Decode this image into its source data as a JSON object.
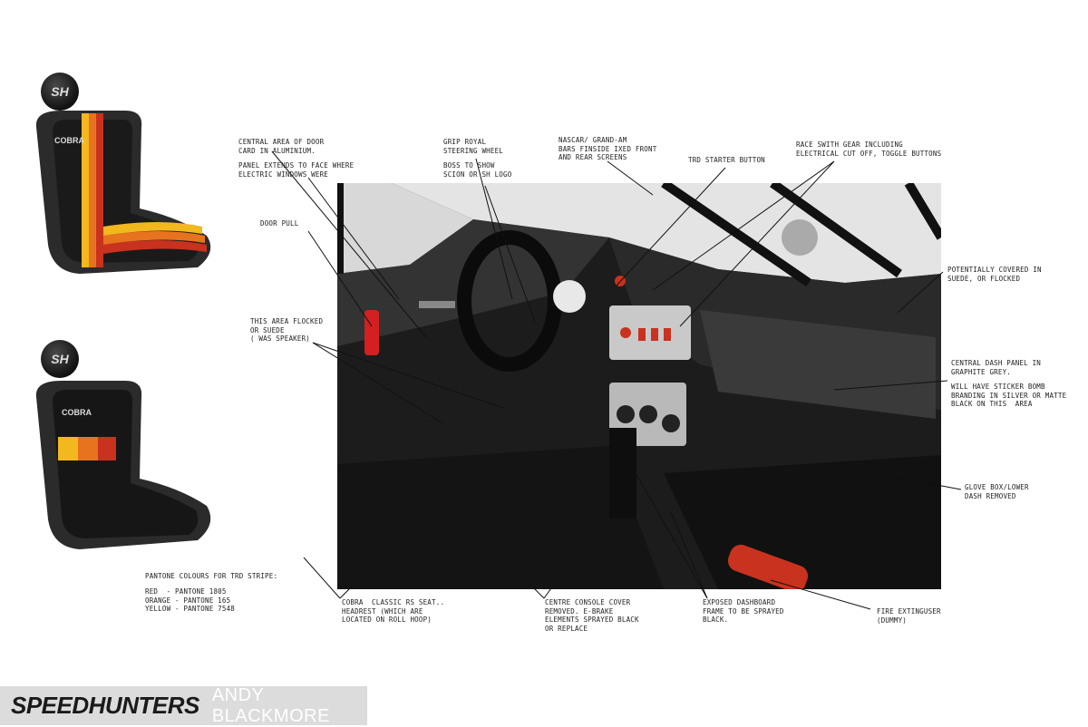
{
  "seat_top": {
    "badge": "SH",
    "brand": "COBRA"
  },
  "seat_bottom": {
    "badge": "SH",
    "brand": "COBRA"
  },
  "pantone": {
    "heading": "PANTONE COLOURS FOR TRD STRIPE:",
    "lines": "RED  - PANTONE 1805\nORANGE - PANTONE 165\nYELLOW - PANTONE 7548"
  },
  "notes": {
    "door_card": "CENTRAL AREA OF DOOR\nCARD IN ALUMINIUM.",
    "panel_extends": "PANEL EXTENDS TO FACE WHERE\nELECTRIC WINDOWS WERE",
    "door_pull": "DOOR PULL",
    "flocked": "THIS AREA FLOCKED\nOR SUEDE\n( WAS SPEAKER)",
    "steering": "GRIP ROYAL\nSTEERING WHEEL",
    "boss": "BOSS TO SHOW\nSCION OR SH LOGO",
    "nascar": "NASCAR/ GRAND-AM\nBARS FINSIDE IXED FRONT\nAND REAR SCREENS",
    "starter": "TRD STARTER BUTTON",
    "switchgear": "RACE SWITH GEAR INCLUDING\nELECTRICAL CUT OFF, TOGGLE BUTTONS",
    "suede": "POTENTIALLY COVERED IN\nSUEDE, OR FLOCKED",
    "dash_panel": "CENTRAL DASH PANEL IN\nGRAPHITE GREY.",
    "sticker": "WILL HAVE STICKER BOMB\nBRANDING IN SILVER OR MATTE\nBLACK ON THIS  AREA",
    "glovebox": "GLOVE BOX/LOWER\nDASH REMOVED",
    "cobra_seat": "COBRA  CLASSIC RS SEAT..\nHEADREST (WHICH ARE\nLOCATED ON ROLL HOOP)",
    "console": "CENTRE CONSOLE COVER\nREMOVED. E-BRAKE\nELEMENTS SPRAYED BLACK\nOR REPLACE",
    "frame": "EXPOSED DASHBOARD\nFRAME TO BE SPRAYED\nBLACK.",
    "extinguisher": "FIRE EXTINGUSER\n(DUMMY)"
  },
  "footer": {
    "brand": "SPEEDHUNTERS",
    "author": "ANDY BLACKMORE"
  },
  "colors": {
    "stripe_red": "#c8321e",
    "stripe_orange": "#e8731e",
    "stripe_yellow": "#f2b81e",
    "door_pull": "#d42020"
  }
}
